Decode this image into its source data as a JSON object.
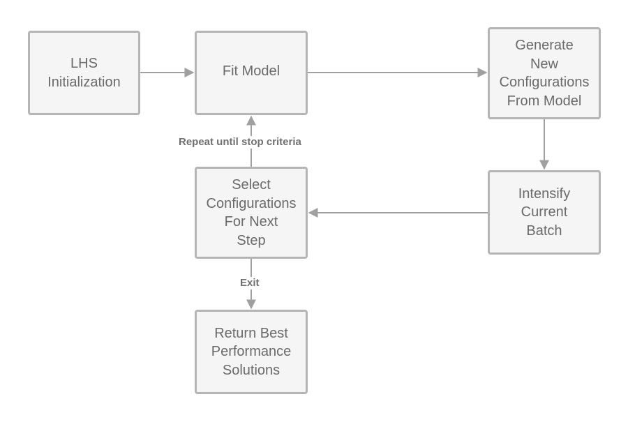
{
  "colors": {
    "node_fill": "#f5f5f5",
    "node_border": "#b5b5b5",
    "node_text": "#6a6a6a",
    "edge": "#a0a0a0",
    "edge_label_text": "#707070"
  },
  "nodes": {
    "lhs": "LHS\nInitialization",
    "fit": "Fit Model",
    "generate": "Generate\nNew\nConfigurations\nFrom Model",
    "intensify": "Intensify\nCurrent\nBatch",
    "select": "Select\nConfigurations\nFor Next\nStep",
    "ret": "Return Best\nPerformance\nSolutions"
  },
  "edges": [
    {
      "from": "lhs",
      "to": "fit",
      "label": ""
    },
    {
      "from": "fit",
      "to": "generate",
      "label": ""
    },
    {
      "from": "generate",
      "to": "intensify",
      "label": ""
    },
    {
      "from": "intensify",
      "to": "select",
      "label": ""
    },
    {
      "from": "select",
      "to": "fit",
      "label": "Repeat until stop criteria"
    },
    {
      "from": "select",
      "to": "ret",
      "label": "Exit"
    }
  ]
}
